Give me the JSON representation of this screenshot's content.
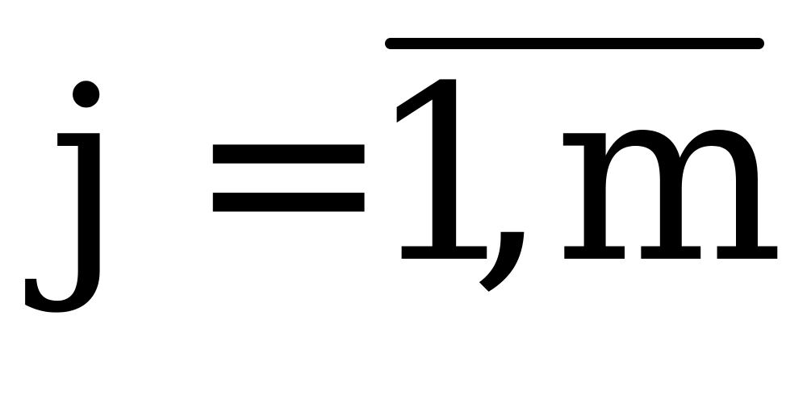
{
  "formula": {
    "variable": "j",
    "operator": "=",
    "range": {
      "lower": "1",
      "separator": ",",
      "upper": "m",
      "overline": true
    }
  }
}
